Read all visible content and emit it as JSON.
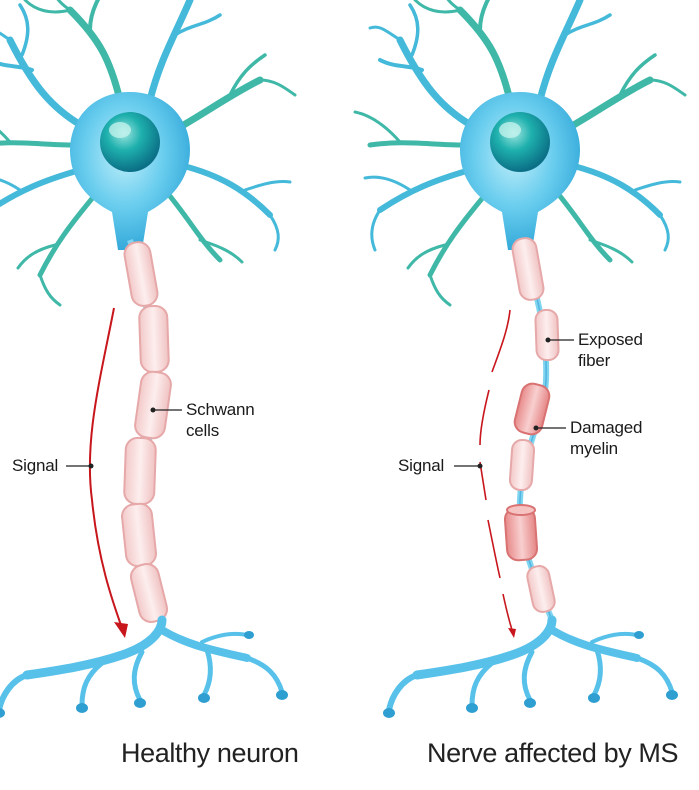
{
  "left_panel": {
    "caption": "Healthy neuron",
    "signal_label": "Signal",
    "schwann_label_line1": "Schwann",
    "schwann_label_line2": "cells"
  },
  "right_panel": {
    "caption": "Nerve affected by MS",
    "signal_label": "Signal",
    "exposed_label_line1": "Exposed",
    "exposed_label_line2": "fiber",
    "damaged_label_line1": "Damaged",
    "damaged_label_line2": "myelin"
  },
  "colors": {
    "neuron_blue": "#5ec8ec",
    "neuron_dark_blue": "#2fa3d6",
    "dendrite_teal": "#3fb8a8",
    "nucleus": "#17a2a6",
    "myelin_fill": "#f8dcdc",
    "myelin_stroke": "#e8a9a9",
    "damaged_myelin": "#e88f8f",
    "signal_red": "#c8161d",
    "leader_line": "#222222"
  }
}
